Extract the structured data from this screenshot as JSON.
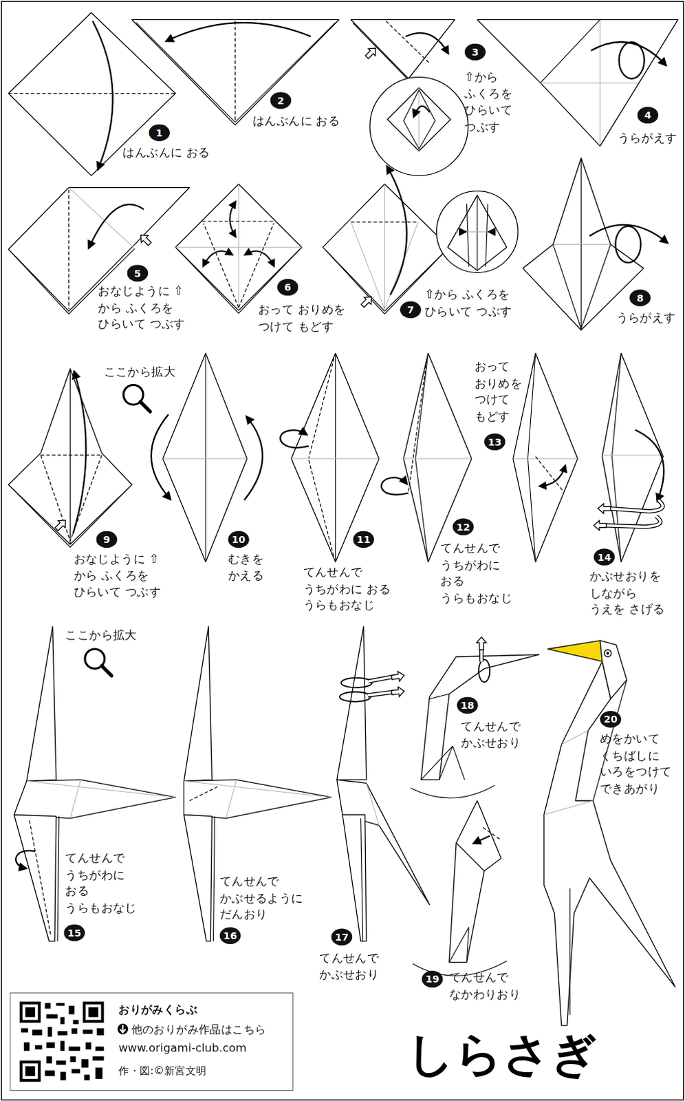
{
  "diagram": {
    "title": "しらさぎ",
    "nodes": [
      {
        "text": [
          "おりがみくらぶ",
          "他のおりがみ作品はこちら",
          "www.origami-club.com",
          "作・図:©新宮文明"
        ]
      }
    ],
    "labels": [
      "1",
      "はんぶんに おる",
      "2",
      "はんぶんに おる",
      "3",
      "⇧から ふくろを ひらいて つぶす",
      "4",
      "うらがえす",
      "5",
      "おなじように ⇧から ふくろを ひらいて つぶす",
      "6",
      "おって おりめを つけて もどす",
      "7",
      "⇧から ふくろを ひらいて つぶす",
      "8",
      "うらがえす",
      "ここから拡大",
      "9",
      "おなじように ⇧から ふくろを ひらいて つぶす",
      "10",
      "むきを かえる",
      "11",
      "てんせんで うちがわに おる うらもおなじ",
      "12",
      "てんせんで うちがわに おる うらもおなじ",
      "13",
      "おって おりめを つけて もどす",
      "14",
      "かぶせおりを しながら うえを さげる",
      "ここから拡大",
      "15",
      "てんせんで うちがわに おる うらもおなじ",
      "16",
      "てんせんで かぶせるように だんおり",
      "17",
      "てんせんで かぶせおり",
      "18",
      "てんせんで かぶせおり",
      "19",
      "てんせんで なかわりおり",
      "20",
      "めをかいて くちばしに いろをつけて できあがり"
    ]
  }
}
